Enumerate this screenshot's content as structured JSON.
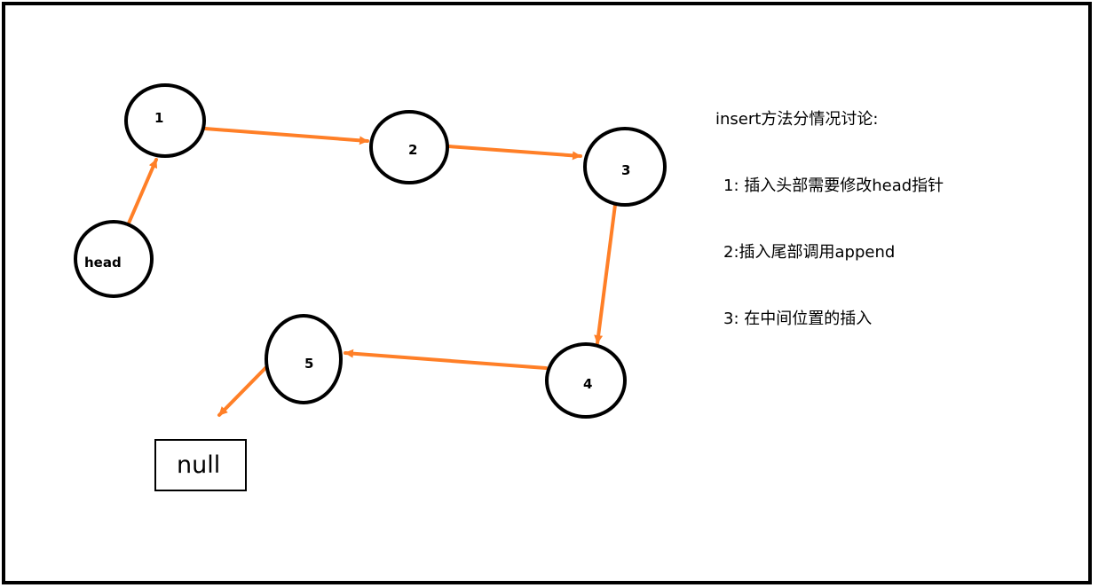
{
  "diagram": {
    "nodes": {
      "head": "head",
      "n1": "1",
      "n2": "2",
      "n3": "3",
      "n4": "4",
      "n5": "5"
    },
    "null_box": "null",
    "arrow_color": "#FF7F27",
    "notes": {
      "title": "insert方法分情况讨论:",
      "items": [
        "1: 插入头部需要修改head指针",
        "2:插入尾部调用append",
        "3: 在中间位置的插入"
      ]
    }
  }
}
